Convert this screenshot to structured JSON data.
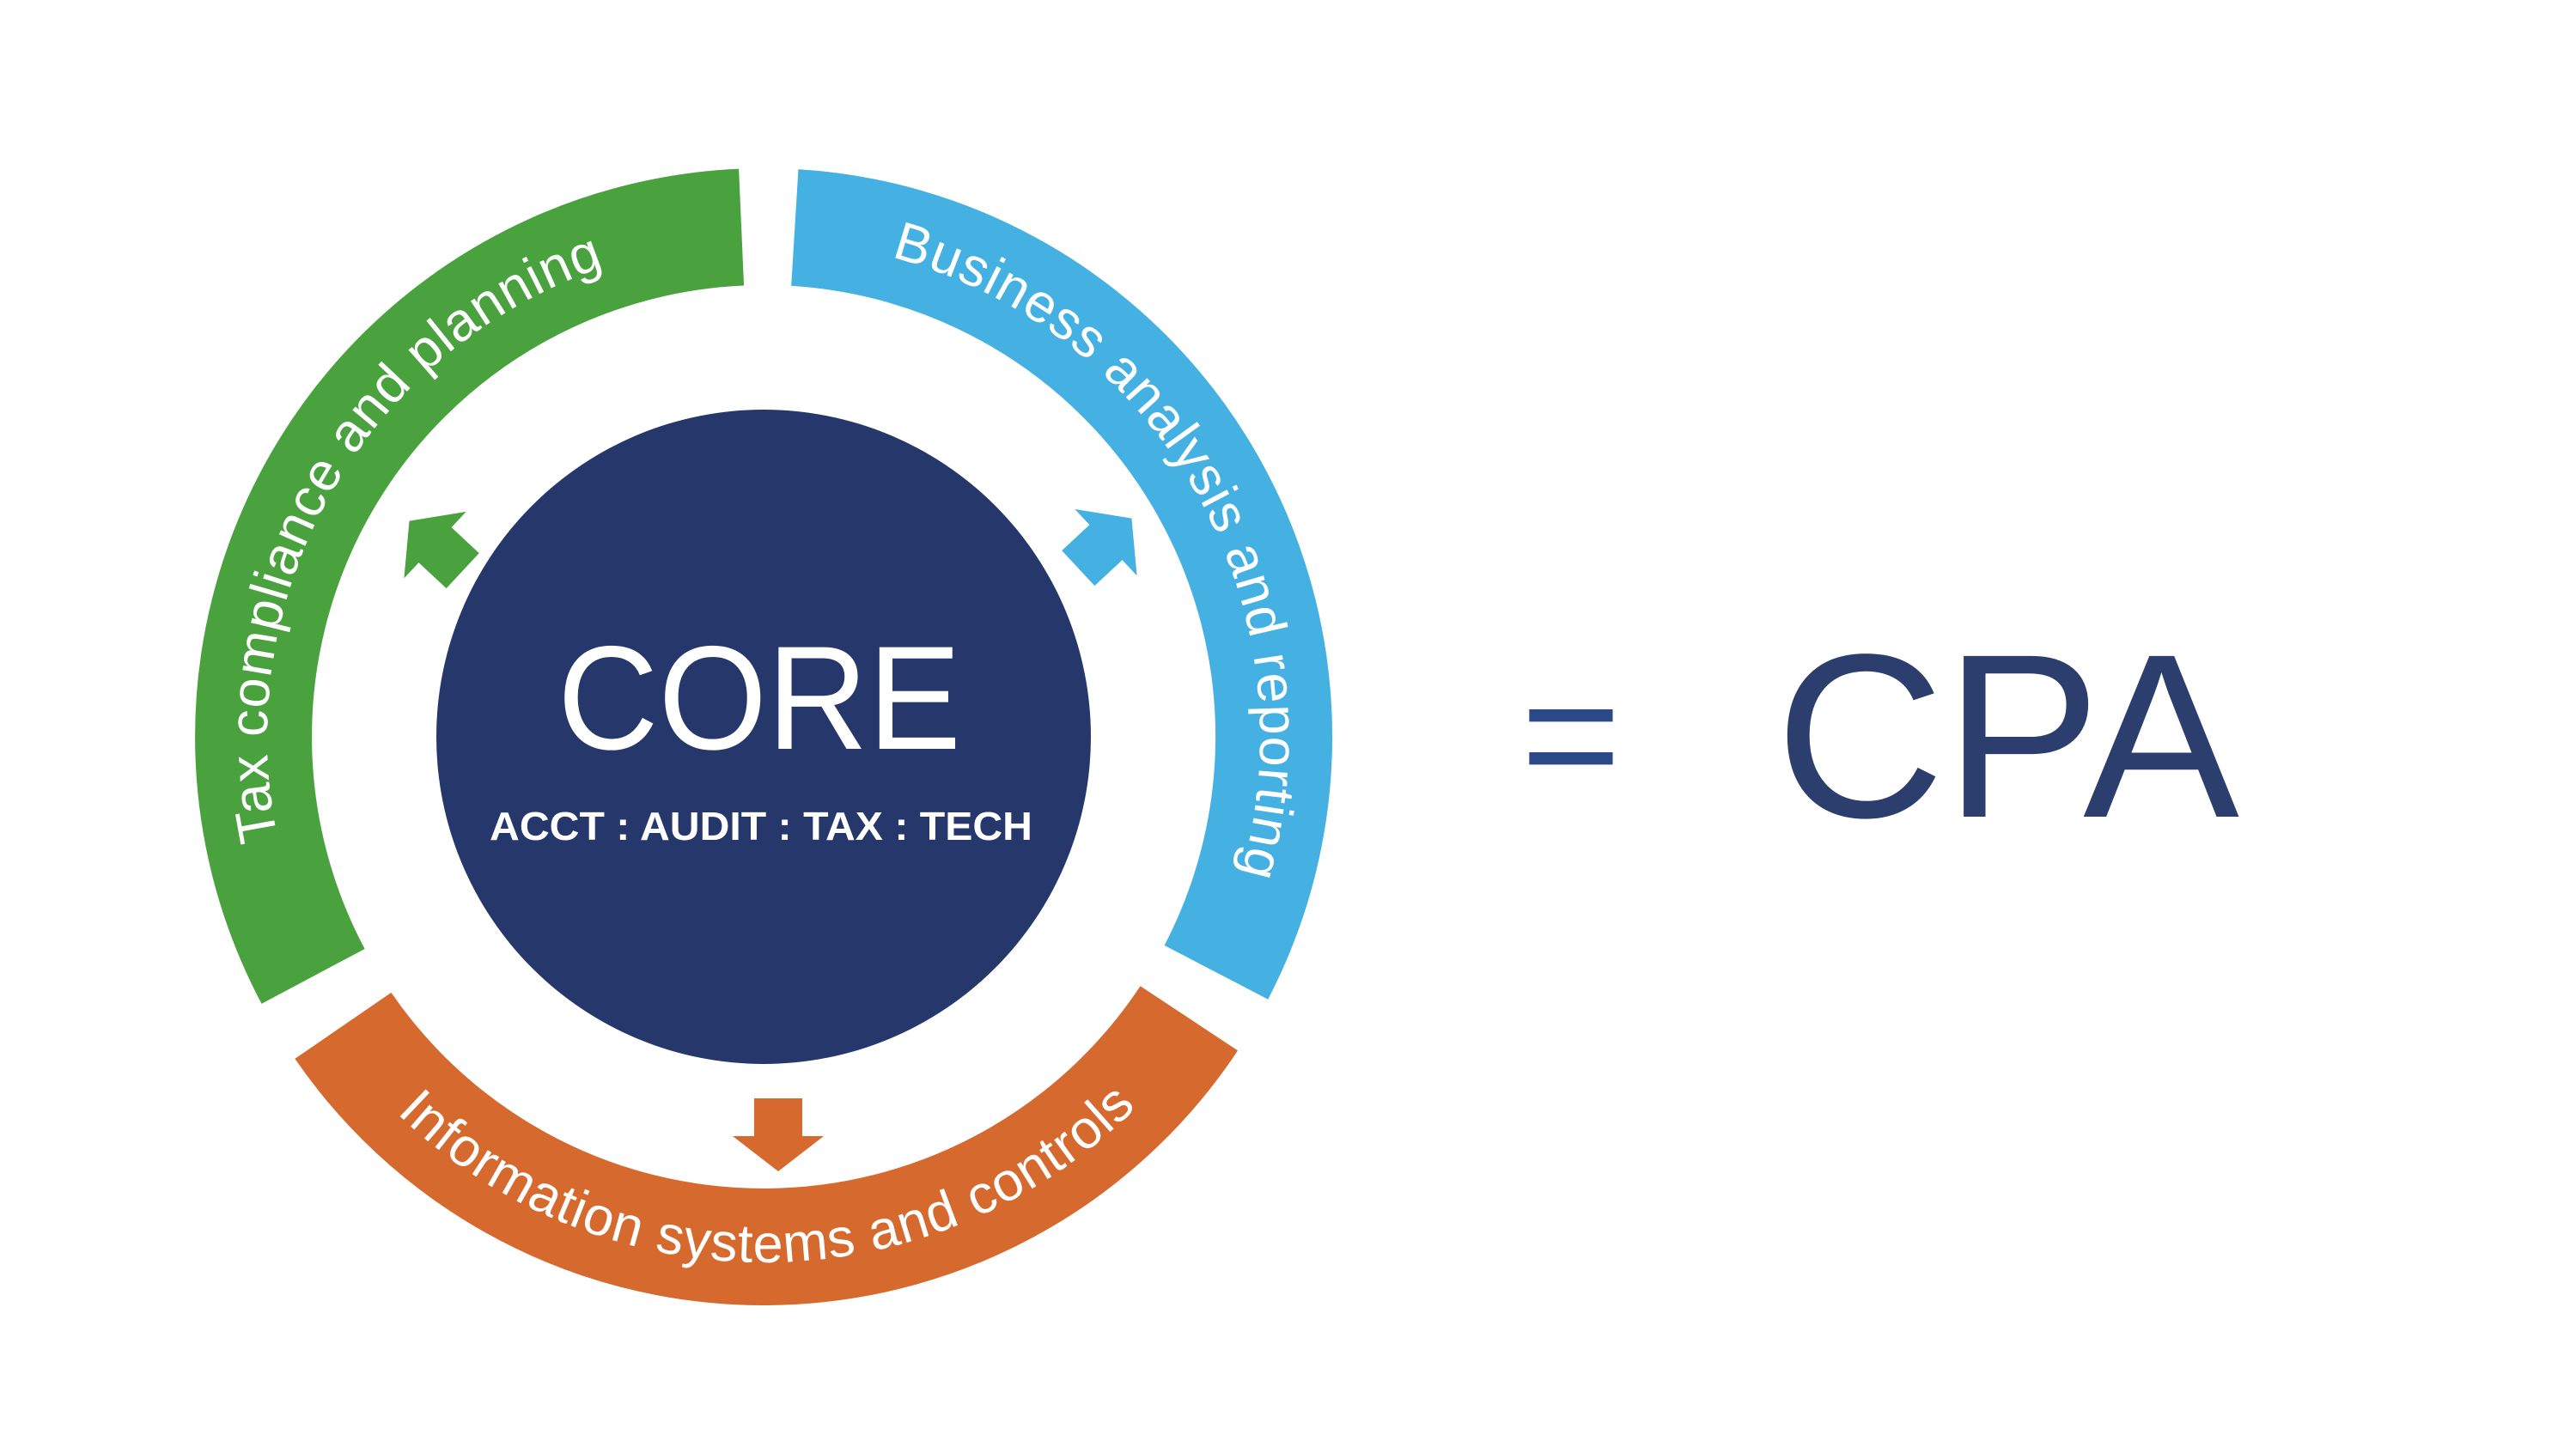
{
  "background_color": "#ffffff",
  "diagram": {
    "center": {
      "title": "CORE",
      "subtitle": "ACCT : AUDIT : TAX : TECH",
      "bg_color": "#26386b",
      "text_color": "#ffffff"
    },
    "segments": [
      {
        "label": "Tax compliance and planning",
        "color": "#4aa23f",
        "position": "top-left"
      },
      {
        "label": "Business analysis and reporting",
        "color": "#45b1e3",
        "position": "right"
      },
      {
        "label": "Information systems and controls",
        "color": "#d5692e",
        "position": "bottom"
      }
    ]
  },
  "equation": {
    "equals_symbol": "=",
    "equals_color": "#2d4886",
    "result": "CPA",
    "result_color": "#2b3e6e"
  }
}
